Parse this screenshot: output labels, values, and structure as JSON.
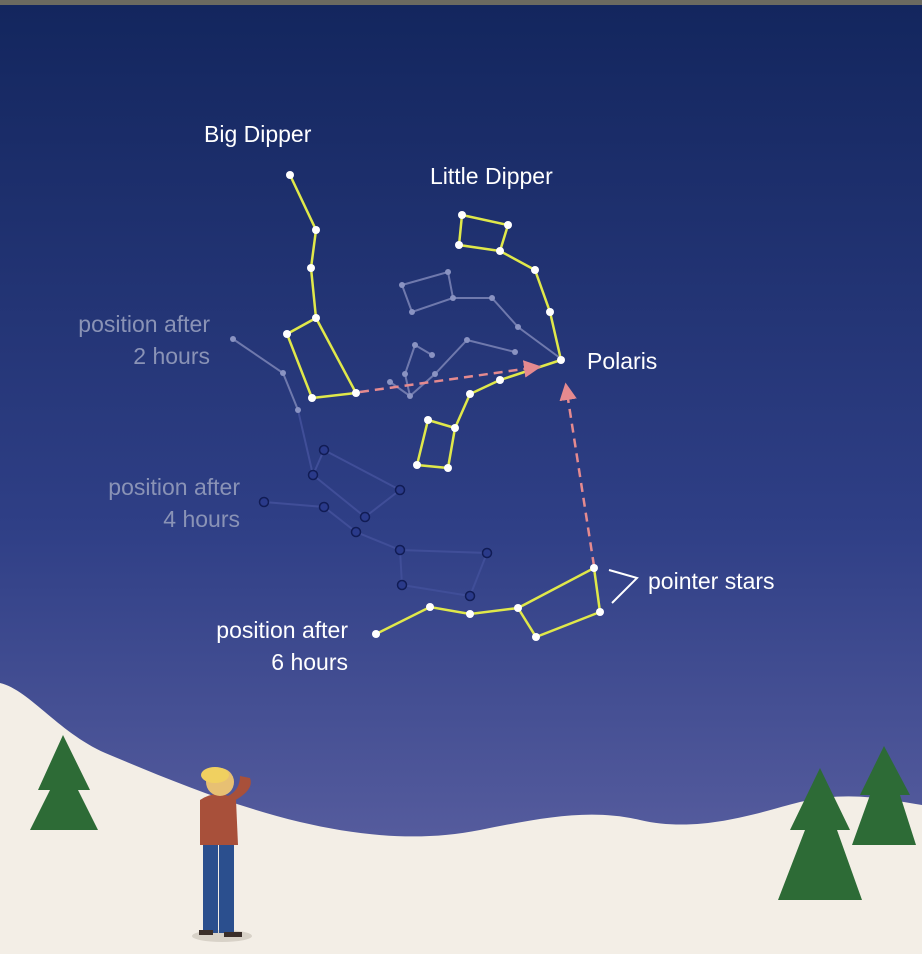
{
  "labels": {
    "big_dipper": "Big Dipper",
    "little_dipper": "Little Dipper",
    "polaris": "Polaris",
    "pointer_stars": "pointer stars",
    "after_2_line1": "position after",
    "after_2_line2": "2 hours",
    "after_4_line1": "position after",
    "after_4_line2": "4 hours",
    "after_6_line1": "position after",
    "after_6_line2": "6 hours"
  },
  "colors": {
    "sky_top": "#13265e",
    "sky_bottom": "#5f61a2",
    "constellation_line": "#e0e84a",
    "faint_line": "#6f79ad",
    "star": "#ffffff",
    "faint_star": "#2a3a8a",
    "arrow": "#e58a8f",
    "snow": "#f3eee6",
    "tree": "#2d6b36"
  }
}
